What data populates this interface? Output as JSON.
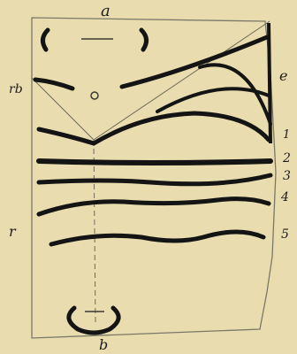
{
  "labels": {
    "a": "a",
    "b": "b",
    "e": "e",
    "rb": "rb",
    "r": "r",
    "n1": "1",
    "n2": "2",
    "n3": "3",
    "n4": "4",
    "n5": "5"
  },
  "colors": {
    "background": "#e9dcae",
    "ink": "#141414",
    "thin_line": "#6a6a5a"
  }
}
